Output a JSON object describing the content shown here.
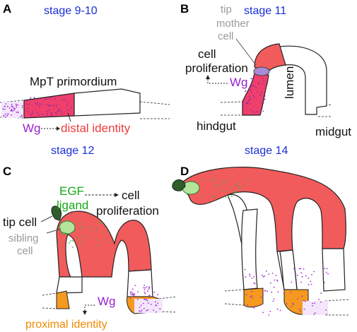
{
  "colors": {
    "tube_red": "#f25b5b",
    "tube_pink": "#ef3f6c",
    "orange": "#f59a1f",
    "purple_dots": "#a42bd4",
    "green_cell": "#3d7d33",
    "stage_blue": "#1a2fd6"
  },
  "panels": {
    "A": {
      "letter": "A",
      "stage": "stage 9-10",
      "title": "MpT primordium",
      "wg": "Wg",
      "distal": "distal identity"
    },
    "B": {
      "letter": "B",
      "stage": "stage 11",
      "tip_mother_1": "tip",
      "tip_mother_2": "mother",
      "tip_mother_3": "cell",
      "prolif_1": "cell",
      "prolif_2": "proliferation",
      "wg": "Wg",
      "lumen": "lumen",
      "hindgut": "hindgut",
      "midgut": "midgut"
    },
    "C": {
      "letter": "C",
      "stage": "stage 12",
      "egf_1": "EGF",
      "egf_2": "ligand",
      "prolif_1": "cell",
      "prolif_2": "proliferation",
      "tip_cell": "tip cell",
      "sibling_1": "sibling",
      "sibling_2": "cell",
      "wg": "Wg",
      "proximal": "proximal identity"
    },
    "D": {
      "letter": "D",
      "stage": "stage 14"
    }
  }
}
